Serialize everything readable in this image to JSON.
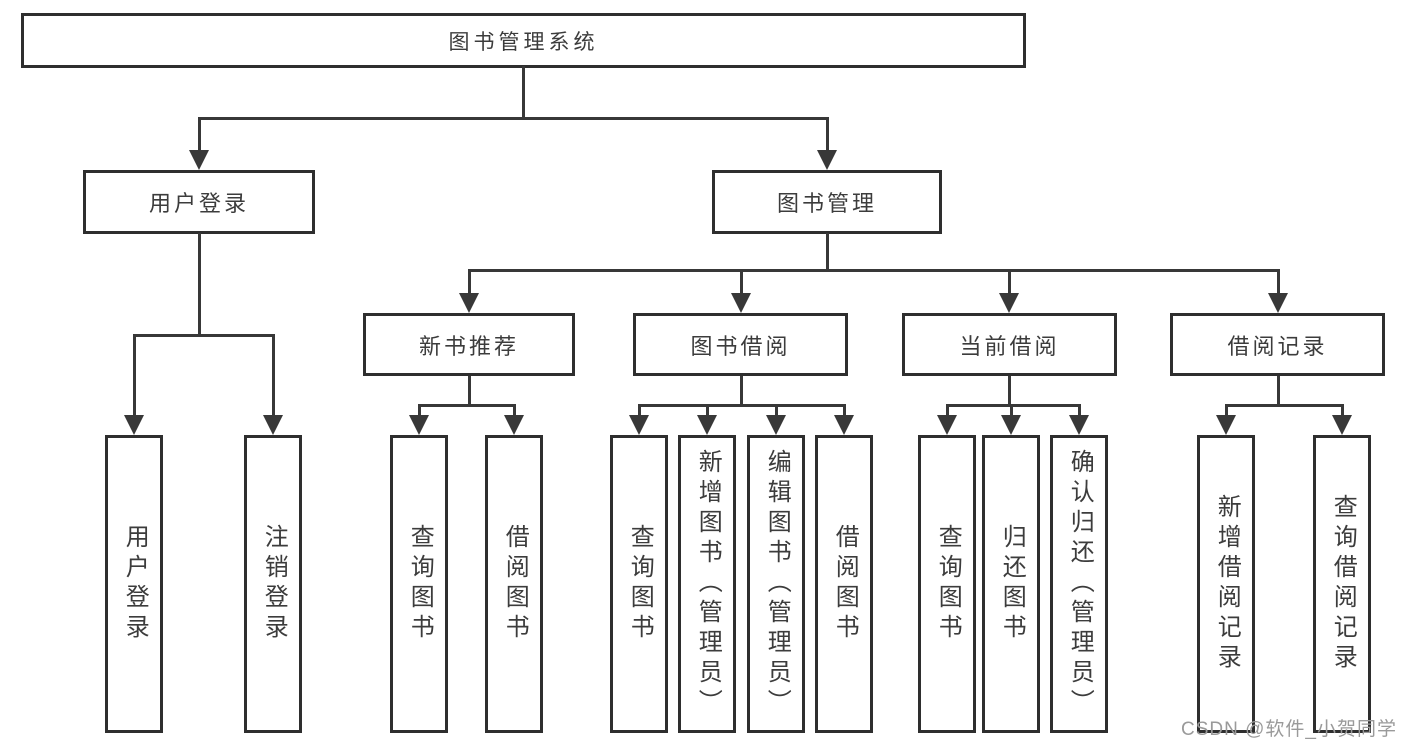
{
  "nodes": {
    "root": {
      "label": "图书管理系统"
    },
    "level2": [
      {
        "label": "用户登录"
      },
      {
        "label": "图书管理"
      }
    ],
    "level3": [
      {
        "label": "新书推荐"
      },
      {
        "label": "图书借阅"
      },
      {
        "label": "当前借阅"
      },
      {
        "label": "借阅记录"
      }
    ],
    "leaves": [
      {
        "label": "用户登录"
      },
      {
        "label": "注销登录"
      },
      {
        "label": "查询图书"
      },
      {
        "label": "借阅图书"
      },
      {
        "label": "查询图书"
      },
      {
        "label": "新增图书（管理员）"
      },
      {
        "label": "编辑图书（管理员）"
      },
      {
        "label": "借阅图书"
      },
      {
        "label": "查询图书"
      },
      {
        "label": "归还图书"
      },
      {
        "label": "确认归还（管理员）"
      },
      {
        "label": "新增借阅记录"
      },
      {
        "label": "查询借阅记录"
      }
    ]
  },
  "hierarchy": {
    "图书管理系统": {
      "用户登录": [
        "用户登录",
        "注销登录"
      ],
      "图书管理": {
        "新书推荐": [
          "查询图书",
          "借阅图书"
        ],
        "图书借阅": [
          "查询图书",
          "新增图书（管理员）",
          "编辑图书（管理员）",
          "借阅图书"
        ],
        "当前借阅": [
          "查询图书",
          "归还图书",
          "确认归还（管理员）"
        ],
        "借阅记录": [
          "新增借阅记录",
          "查询借阅记录"
        ]
      }
    }
  },
  "watermark": {
    "label": "CSDN @软件_小贺同学"
  },
  "colors": {
    "line": "#383838",
    "box_border": "#2e2e2e",
    "text": "#3c3c3c",
    "background": "#ffffff",
    "watermark": "#9a9a9a"
  }
}
